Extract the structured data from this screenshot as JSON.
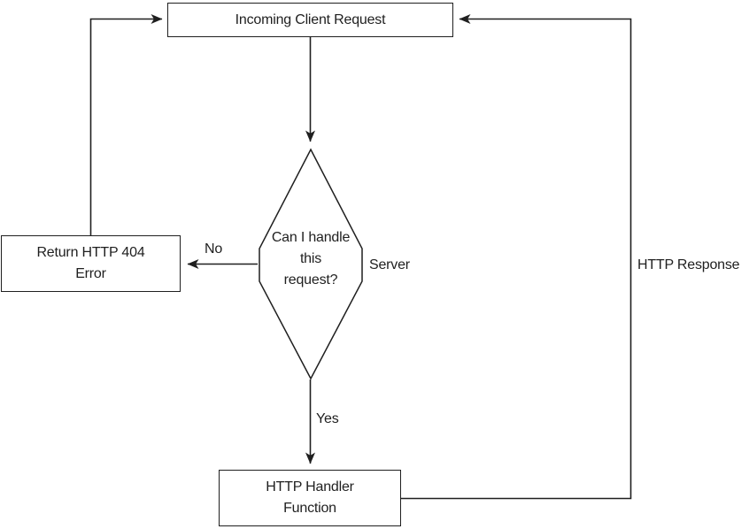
{
  "diagram": {
    "type": "flowchart",
    "nodes": {
      "incoming": {
        "label": "Incoming Client Request",
        "shape": "rectangle"
      },
      "return_404": {
        "label": "Return HTTP 404\nError",
        "shape": "rectangle"
      },
      "decision": {
        "label": "Can I handle\nthis\nrequest?",
        "shape": "diamond"
      },
      "handler": {
        "label": "HTTP Handler\nFunction",
        "shape": "rectangle"
      }
    },
    "edge_labels": {
      "no": "No",
      "yes": "Yes",
      "server": "Server",
      "http_response": "HTTP Response"
    },
    "edges": [
      {
        "from": "incoming",
        "to": "decision",
        "label": ""
      },
      {
        "from": "decision",
        "to": "return_404",
        "label": "No"
      },
      {
        "from": "decision",
        "to": "handler",
        "label": "Yes"
      },
      {
        "from": "return_404",
        "to": "incoming",
        "label": ""
      },
      {
        "from": "handler",
        "to": "incoming",
        "label": "HTTP Response"
      }
    ],
    "colors": {
      "line": "#1f1f1f",
      "text": "#1f1f1f",
      "background": "#ffffff"
    }
  }
}
